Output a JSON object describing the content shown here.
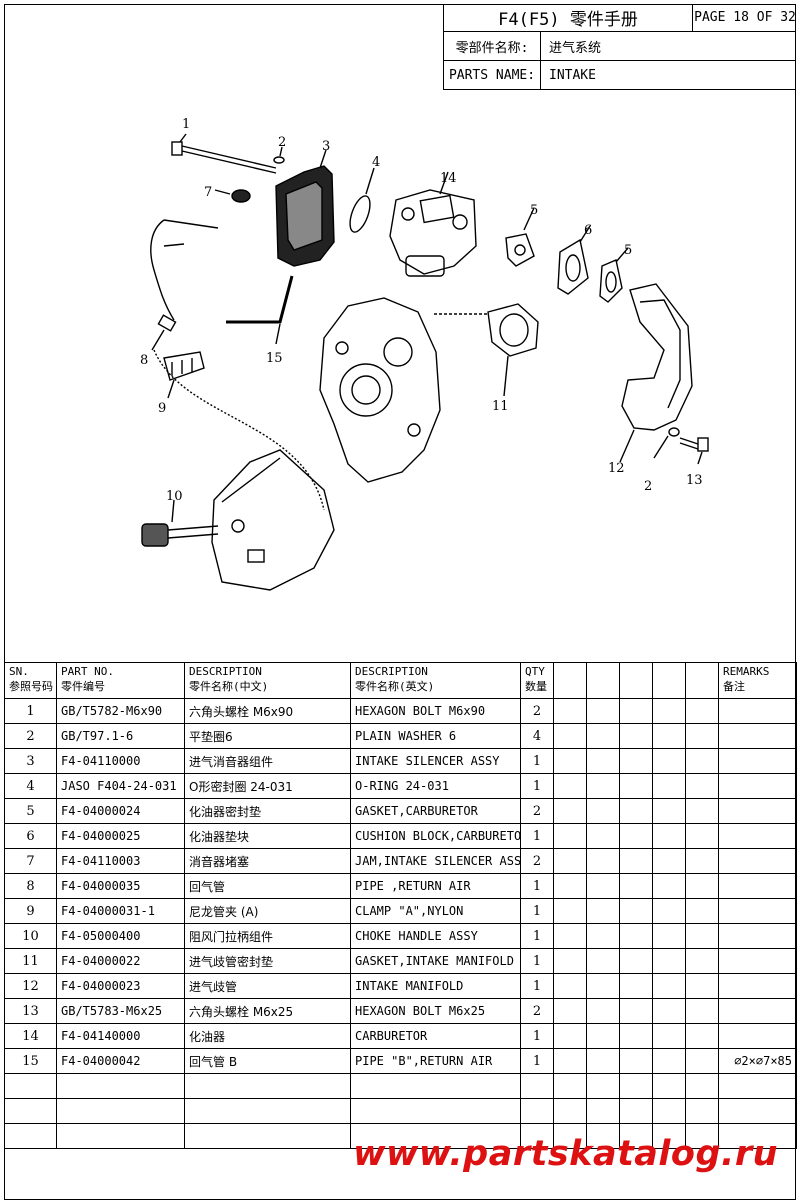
{
  "header": {
    "title": "F4(F5) 零件手册",
    "page": "PAGE 18 OF 32",
    "group_label_cn": "零部件名称:",
    "group_value_cn": "进气系统",
    "parts_label": "PARTS NAME:",
    "parts_value": "INTAKE"
  },
  "diagram": {
    "callouts": [
      "1",
      "2",
      "3",
      "4",
      "5",
      "5",
      "6",
      "7",
      "8",
      "9",
      "10",
      "11",
      "12",
      "2",
      "13",
      "14",
      "15"
    ]
  },
  "table": {
    "headers": {
      "sn": [
        "SN.",
        "参照号码"
      ],
      "part_no": [
        "PART NO.",
        "零件编号"
      ],
      "desc_cn": [
        "DESCRIPTION",
        "零件名称(中文)"
      ],
      "desc_en": [
        "DESCRIPTION",
        "零件名称(英文)"
      ],
      "qty": [
        "QTY",
        "数量"
      ],
      "remarks": [
        "REMARKS",
        "备注"
      ]
    },
    "rows": [
      {
        "sn": "1",
        "part_no": "GB/T5782-M6x90",
        "desc_cn": "六角头螺栓 M6x90",
        "desc_en": "HEXAGON BOLT M6x90",
        "qty": "2",
        "remarks": ""
      },
      {
        "sn": "2",
        "part_no": "GB/T97.1-6",
        "desc_cn": "平垫圈6",
        "desc_en": "PLAIN WASHER 6",
        "qty": "4",
        "remarks": ""
      },
      {
        "sn": "3",
        "part_no": "F4-04110000",
        "desc_cn": "进气消音器组件",
        "desc_en": "INTAKE SILENCER ASSY",
        "qty": "1",
        "remarks": ""
      },
      {
        "sn": "4",
        "part_no": "JASO F404-24-031",
        "desc_cn": "O形密封圈 24-031",
        "desc_en": "O-RING 24-031",
        "qty": "1",
        "remarks": ""
      },
      {
        "sn": "5",
        "part_no": "F4-04000024",
        "desc_cn": "化油器密封垫",
        "desc_en": "GASKET,CARBURETOR",
        "qty": "2",
        "remarks": ""
      },
      {
        "sn": "6",
        "part_no": "F4-04000025",
        "desc_cn": "化油器垫块",
        "desc_en": "CUSHION BLOCK,CARBURETOR",
        "qty": "1",
        "remarks": ""
      },
      {
        "sn": "7",
        "part_no": "F4-04110003",
        "desc_cn": "消音器堵塞",
        "desc_en": "JAM,INTAKE SILENCER ASSY",
        "qty": "2",
        "remarks": ""
      },
      {
        "sn": "8",
        "part_no": "F4-04000035",
        "desc_cn": "回气管",
        "desc_en": "PIPE ,RETURN AIR",
        "qty": "1",
        "remarks": ""
      },
      {
        "sn": "9",
        "part_no": "F4-04000031-1",
        "desc_cn": "尼龙管夹 (A)",
        "desc_en": "CLAMP \"A\",NYLON",
        "qty": "1",
        "remarks": ""
      },
      {
        "sn": "10",
        "part_no": "F4-05000400",
        "desc_cn": "阻风门拉柄组件",
        "desc_en": "CHOKE HANDLE ASSY",
        "qty": "1",
        "remarks": ""
      },
      {
        "sn": "11",
        "part_no": "F4-04000022",
        "desc_cn": "进气歧管密封垫",
        "desc_en": "GASKET,INTAKE MANIFOLD",
        "qty": "1",
        "remarks": ""
      },
      {
        "sn": "12",
        "part_no": "F4-04000023",
        "desc_cn": "进气歧管",
        "desc_en": "INTAKE MANIFOLD",
        "qty": "1",
        "remarks": ""
      },
      {
        "sn": "13",
        "part_no": "GB/T5783-M6x25",
        "desc_cn": "六角头螺栓 M6x25",
        "desc_en": "HEXAGON BOLT M6x25",
        "qty": "2",
        "remarks": ""
      },
      {
        "sn": "14",
        "part_no": "F4-04140000",
        "desc_cn": "化油器",
        "desc_en": "CARBURETOR",
        "qty": "1",
        "remarks": ""
      },
      {
        "sn": "15",
        "part_no": "F4-04000042",
        "desc_cn": "回气管 B",
        "desc_en": "PIPE \"B\",RETURN AIR",
        "qty": "1",
        "remarks": "⌀2×⌀7×85"
      }
    ]
  },
  "watermark": "www.partskatalog.ru"
}
